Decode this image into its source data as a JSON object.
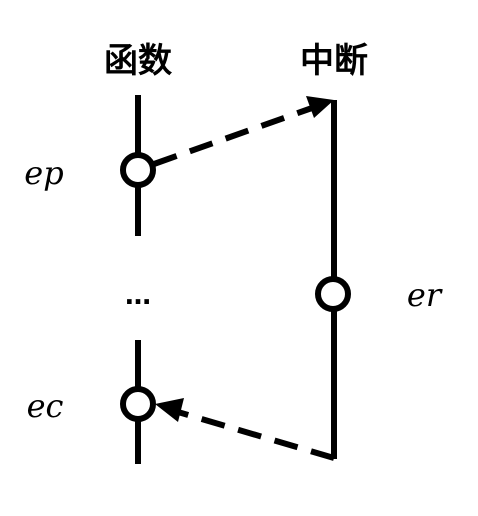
{
  "colors": {
    "ink": "#000000",
    "background": "#ffffff"
  },
  "columns": {
    "function": {
      "label": "函数"
    },
    "interrupt": {
      "label": "中断"
    }
  },
  "events": {
    "ep": {
      "label": "ep"
    },
    "ec": {
      "label": "ec"
    },
    "er": {
      "label": "er"
    }
  },
  "ellipsis": {
    "text": "…"
  }
}
